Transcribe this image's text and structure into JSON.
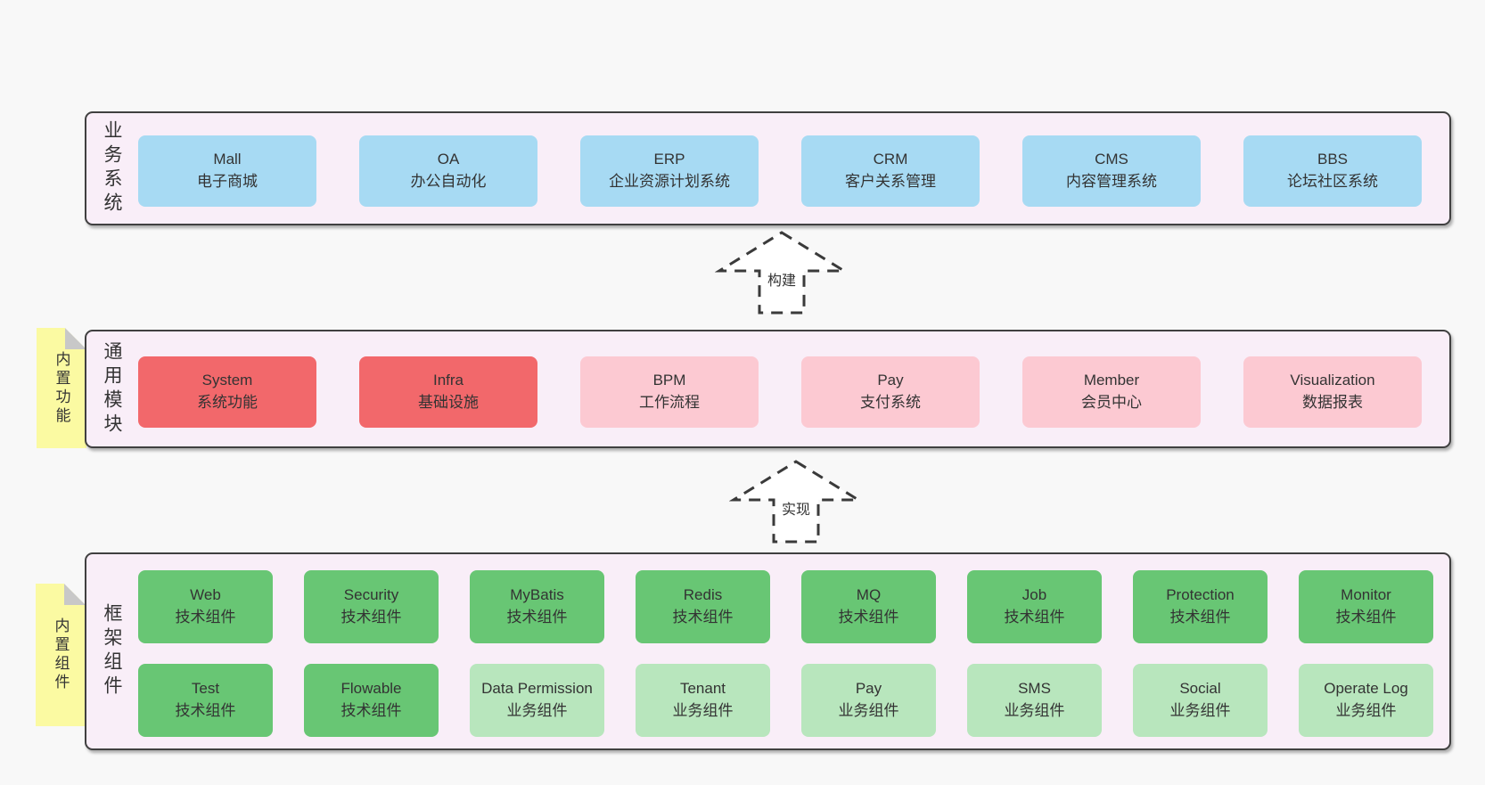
{
  "colors": {
    "page_bg": "#f8f8f8",
    "panel_bg": "#f9eef8",
    "panel_border": "#404040",
    "text": "#333333",
    "blue": "#a7daf3",
    "red": "#f2686b",
    "pink": "#fcc9d2",
    "green_dark": "#68c674",
    "green_light": "#b8e6bd",
    "yellow": "#fbfaa2",
    "fold_gray": "#c8c8c8"
  },
  "business": {
    "title": "业务系统",
    "boxes": [
      {
        "name": "Mall",
        "desc": "电子商城"
      },
      {
        "name": "OA",
        "desc": "办公自动化"
      },
      {
        "name": "ERP",
        "desc": "企业资源计划系统"
      },
      {
        "name": "CRM",
        "desc": "客户关系管理"
      },
      {
        "name": "CMS",
        "desc": "内容管理系统"
      },
      {
        "name": "BBS",
        "desc": "论坛社区系统"
      }
    ]
  },
  "arrows": {
    "build": "构建",
    "implement": "实现"
  },
  "modules": {
    "tab": "内置功能",
    "title": "通用模块",
    "boxes": [
      {
        "name": "System",
        "desc": "系统功能"
      },
      {
        "name": "Infra",
        "desc": "基础设施"
      },
      {
        "name": "BPM",
        "desc": "工作流程"
      },
      {
        "name": "Pay",
        "desc": "支付系统"
      },
      {
        "name": "Member",
        "desc": "会员中心"
      },
      {
        "name": "Visualization",
        "desc": "数据报表"
      }
    ]
  },
  "components": {
    "tab": "内置组件",
    "title": "框架组件",
    "row1": [
      {
        "name": "Web",
        "desc": "技术组件"
      },
      {
        "name": "Security",
        "desc": "技术组件"
      },
      {
        "name": "MyBatis",
        "desc": "技术组件"
      },
      {
        "name": "Redis",
        "desc": "技术组件"
      },
      {
        "name": "MQ",
        "desc": "技术组件"
      },
      {
        "name": "Job",
        "desc": "技术组件"
      },
      {
        "name": "Protection",
        "desc": "技术组件"
      },
      {
        "name": "Monitor",
        "desc": "技术组件"
      }
    ],
    "row2": [
      {
        "name": "Test",
        "desc": "技术组件"
      },
      {
        "name": "Flowable",
        "desc": "技术组件"
      },
      {
        "name": "Data Permission",
        "desc": "业务组件"
      },
      {
        "name": "Tenant",
        "desc": "业务组件"
      },
      {
        "name": "Pay",
        "desc": "业务组件"
      },
      {
        "name": "SMS",
        "desc": "业务组件"
      },
      {
        "name": "Social",
        "desc": "业务组件"
      },
      {
        "name": "Operate Log",
        "desc": "业务组件"
      }
    ]
  }
}
